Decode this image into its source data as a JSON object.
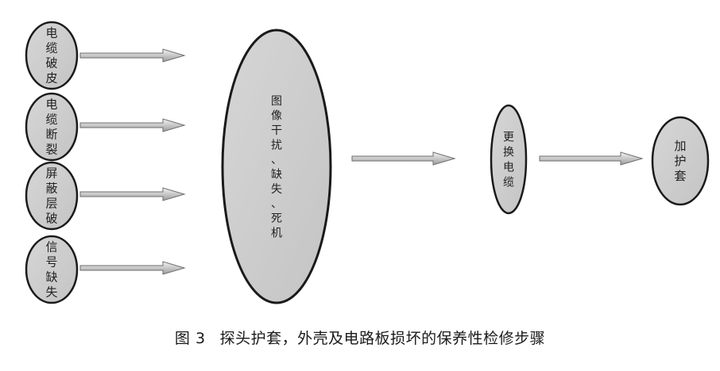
{
  "diagram": {
    "causes": [
      {
        "label": "电缆破皮"
      },
      {
        "label": "电缆断裂"
      },
      {
        "label": "屏蔽层破"
      },
      {
        "label": "信号缺失"
      }
    ],
    "symptom": {
      "lines": [
        "图像干扰、",
        "缺失、",
        "死机"
      ]
    },
    "step": {
      "label": "更换电缆"
    },
    "result": {
      "label": "加护套"
    }
  },
  "caption": {
    "figure_number": "图 3",
    "text": "探头护套，外壳及电路板损坏的保养性检修步骤"
  }
}
